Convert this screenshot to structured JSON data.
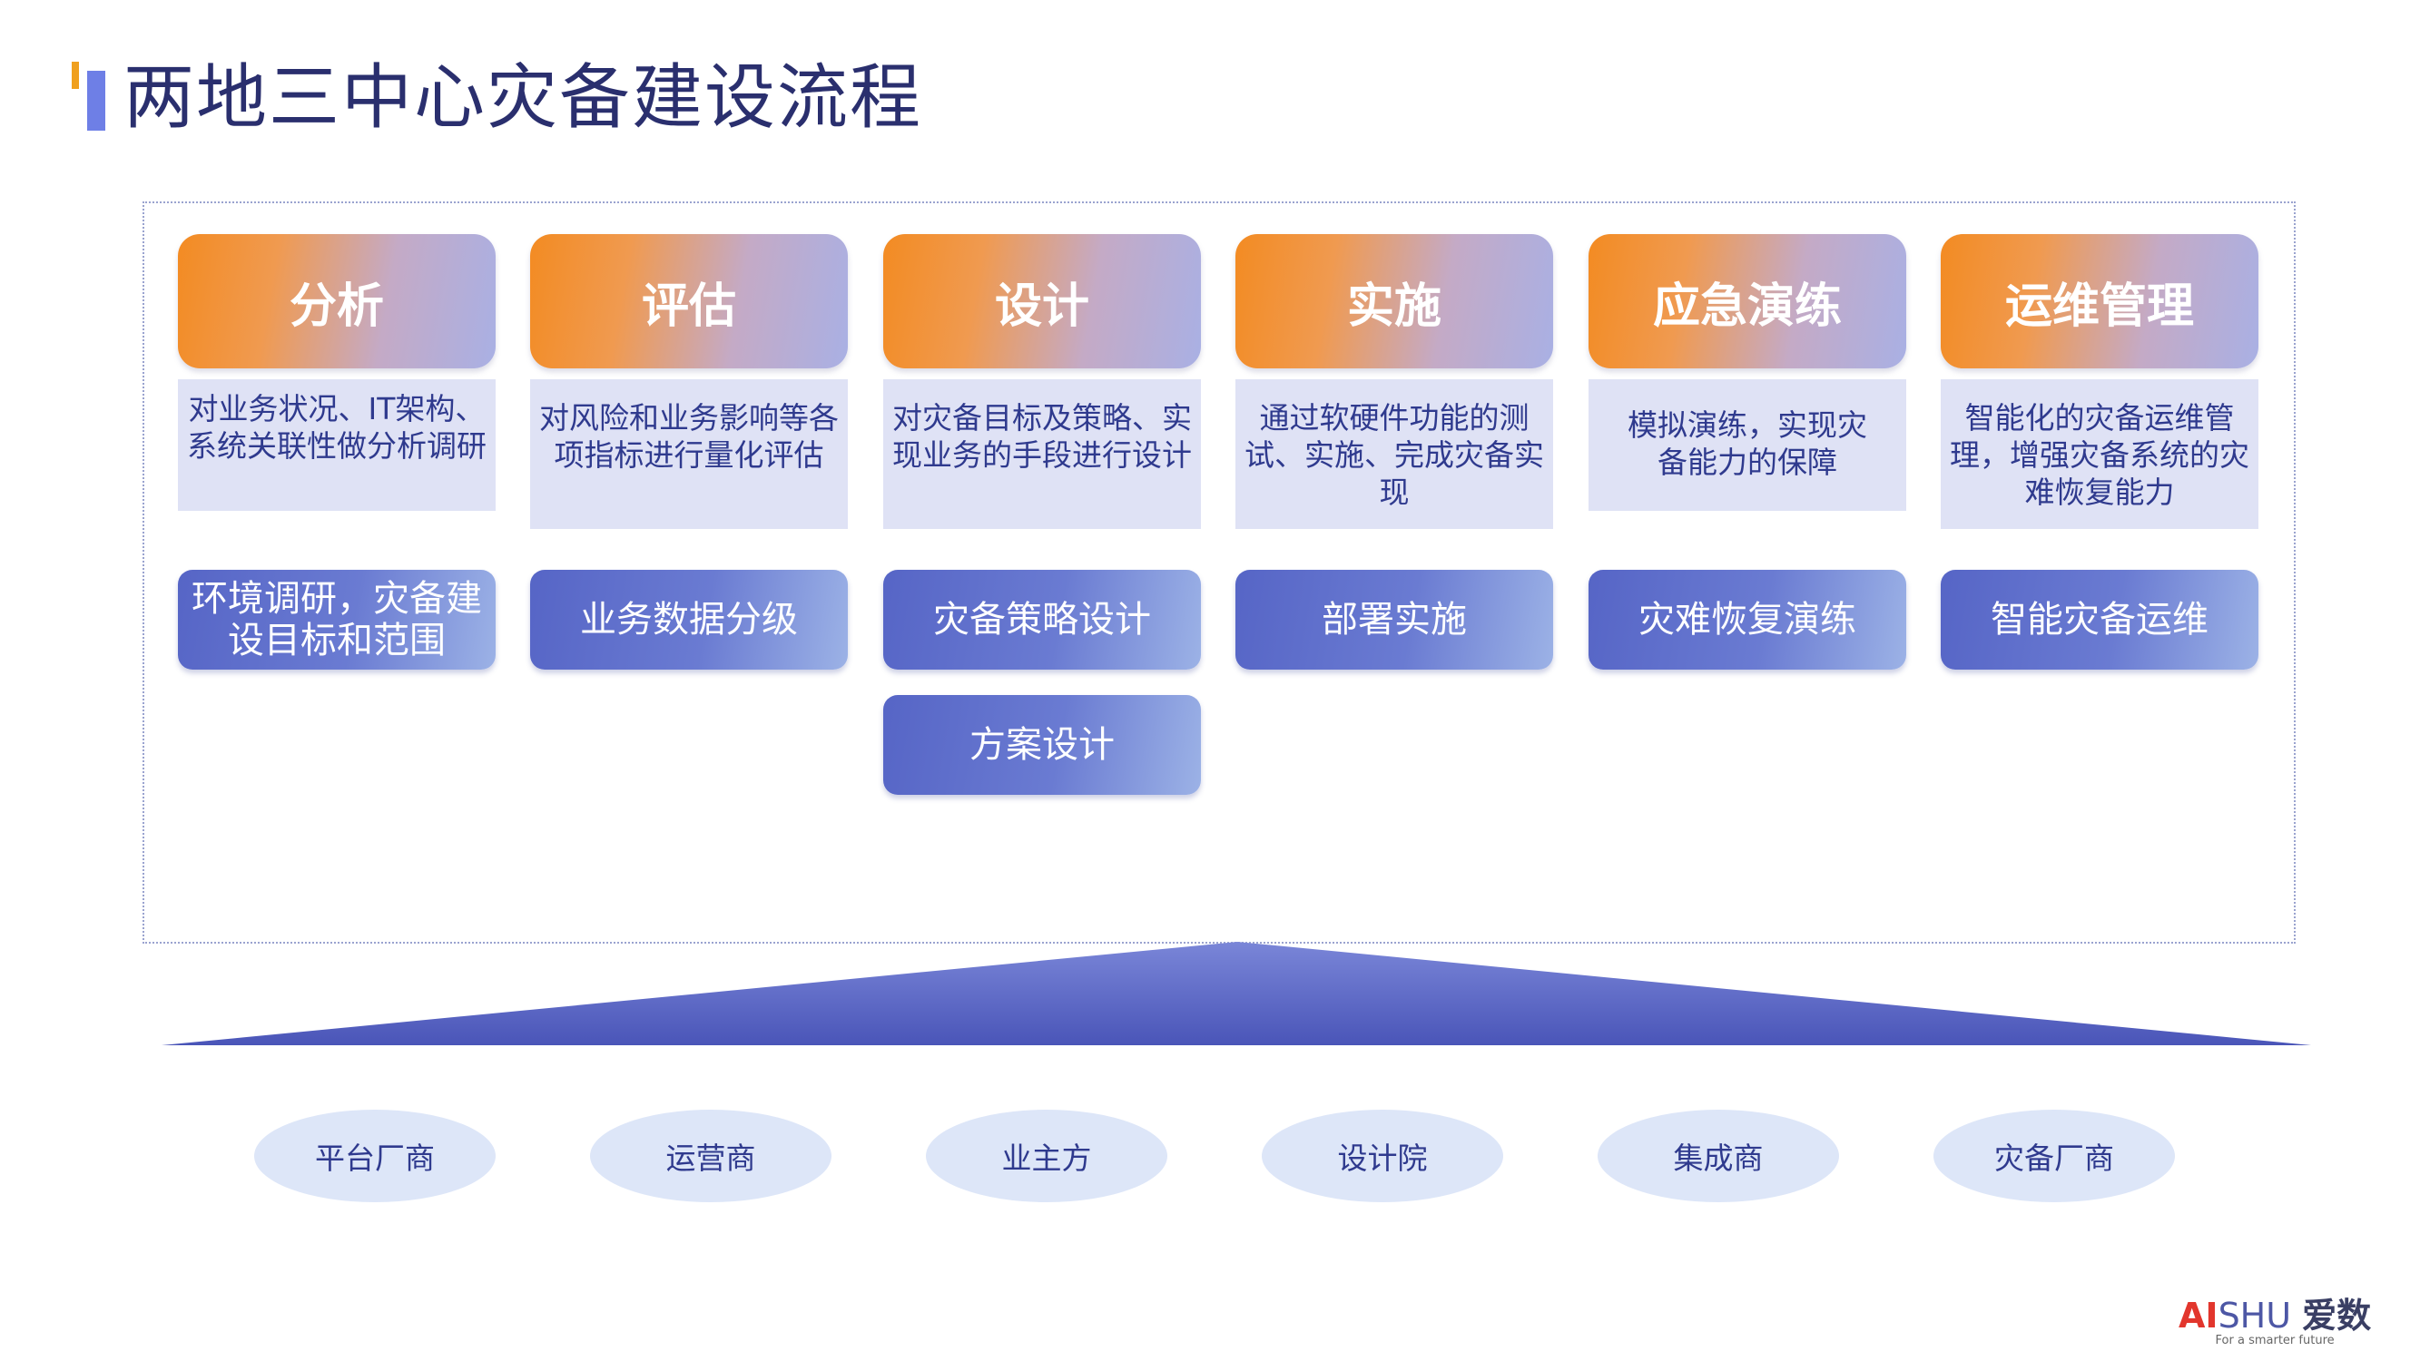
{
  "title": "两地三中心灾备建设流程",
  "phases": [
    {
      "name": "分析",
      "desc": "对业务状况、IT架构、系统关联性做分析调研",
      "actions": [
        "环境调研，灾备建设目标和范围"
      ]
    },
    {
      "name": "评估",
      "desc": "对风险和业务影响等各项指标进行量化评估",
      "actions": [
        "业务数据分级"
      ]
    },
    {
      "name": "设计",
      "desc": "对灾备目标及策略、实现业务的手段进行设计",
      "actions": [
        "灾备策略设计",
        "方案设计"
      ]
    },
    {
      "name": "实施",
      "desc": "通过软硬件功能的测试、实施、完成灾备实现",
      "actions": [
        "部署实施"
      ]
    },
    {
      "name": "应急演练",
      "desc": "模拟演练，实现灾备能力的保障",
      "actions": [
        "灾难恢复演练"
      ]
    },
    {
      "name": "运维管理",
      "desc": "智能化的灾备运维管理，增强灾备系统的灾难恢复能力",
      "actions": [
        "智能灾备运维"
      ]
    }
  ],
  "stakeholders": [
    "平台厂商",
    "运营商",
    "业主方",
    "设计院",
    "集成商",
    "灾备厂商"
  ],
  "logo": {
    "ai": "AI",
    "shu": "SHU",
    "cn": "爱数",
    "tagline": "For a smarter future"
  },
  "colors": {
    "title": "#2a2f6e",
    "accent_orange": "#f38b22",
    "accent_blue": "#6e7fe6",
    "triangle": "#4a55b8"
  }
}
